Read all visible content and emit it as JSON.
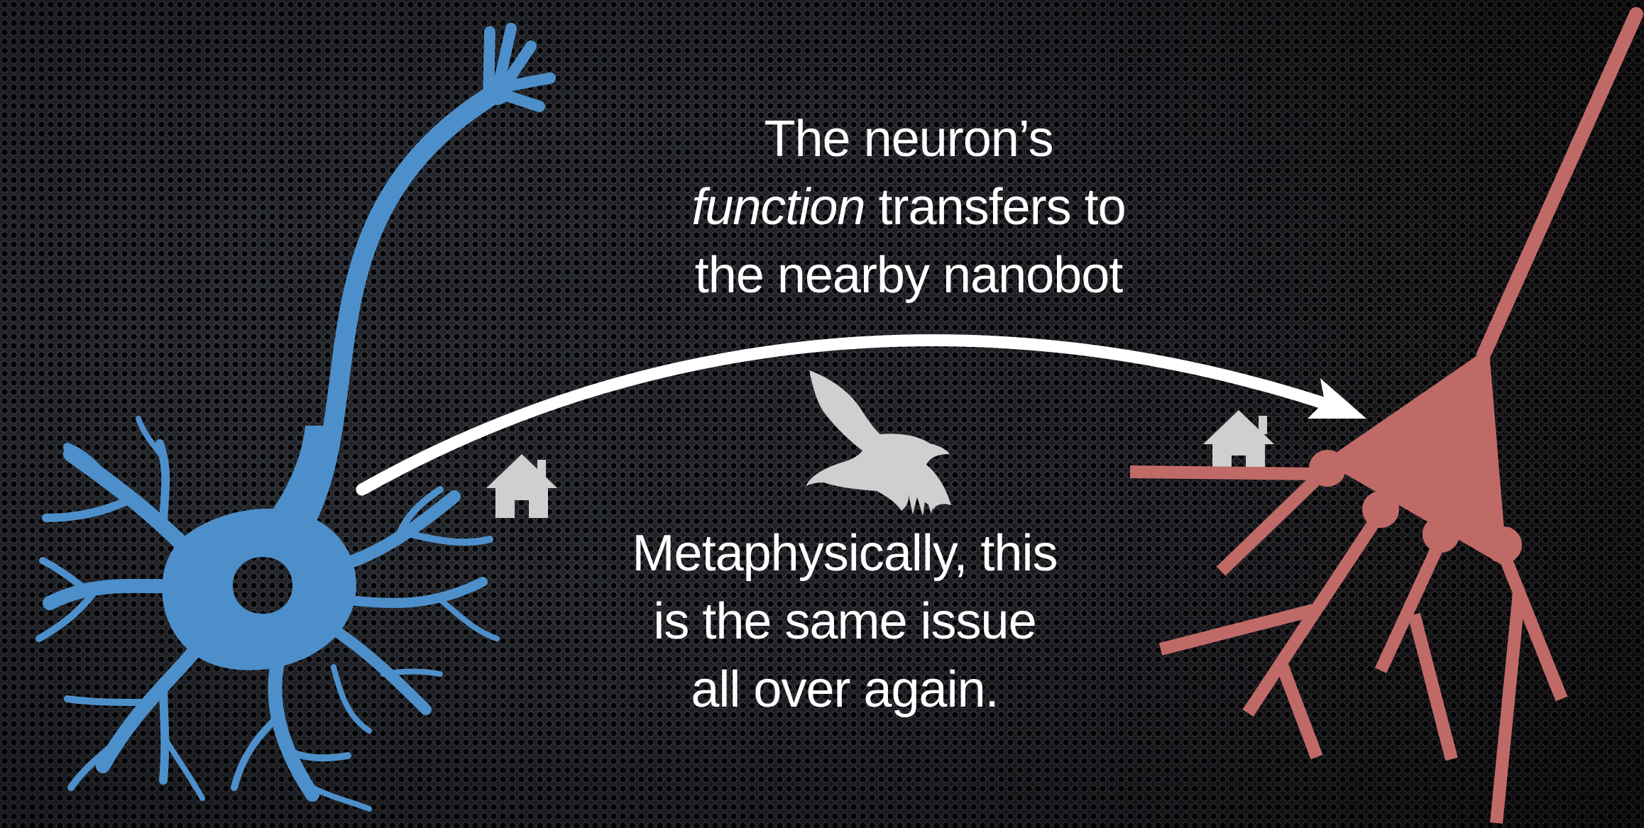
{
  "caption_top": {
    "line1": "The neuron’s",
    "line2_italic": "function",
    "line2_rest": " transfers to",
    "line3": "the nearby nanobot"
  },
  "caption_bottom": {
    "line1": "Metaphysically, this",
    "line2": "is the same issue",
    "line3": "all over again."
  },
  "icons": {
    "left_house": "house-icon",
    "right_house": "house-icon",
    "bird": "bird-silhouette-icon",
    "neuron": "neuron-illustration",
    "nanobot": "nanobot-illustration",
    "arrow": "curved-arrow"
  },
  "colors": {
    "neuron": "#4d8fca",
    "nanobot": "#c06a68",
    "icons": "#cfcfcf",
    "text": "#ffffff",
    "arrow": "#ffffff"
  }
}
